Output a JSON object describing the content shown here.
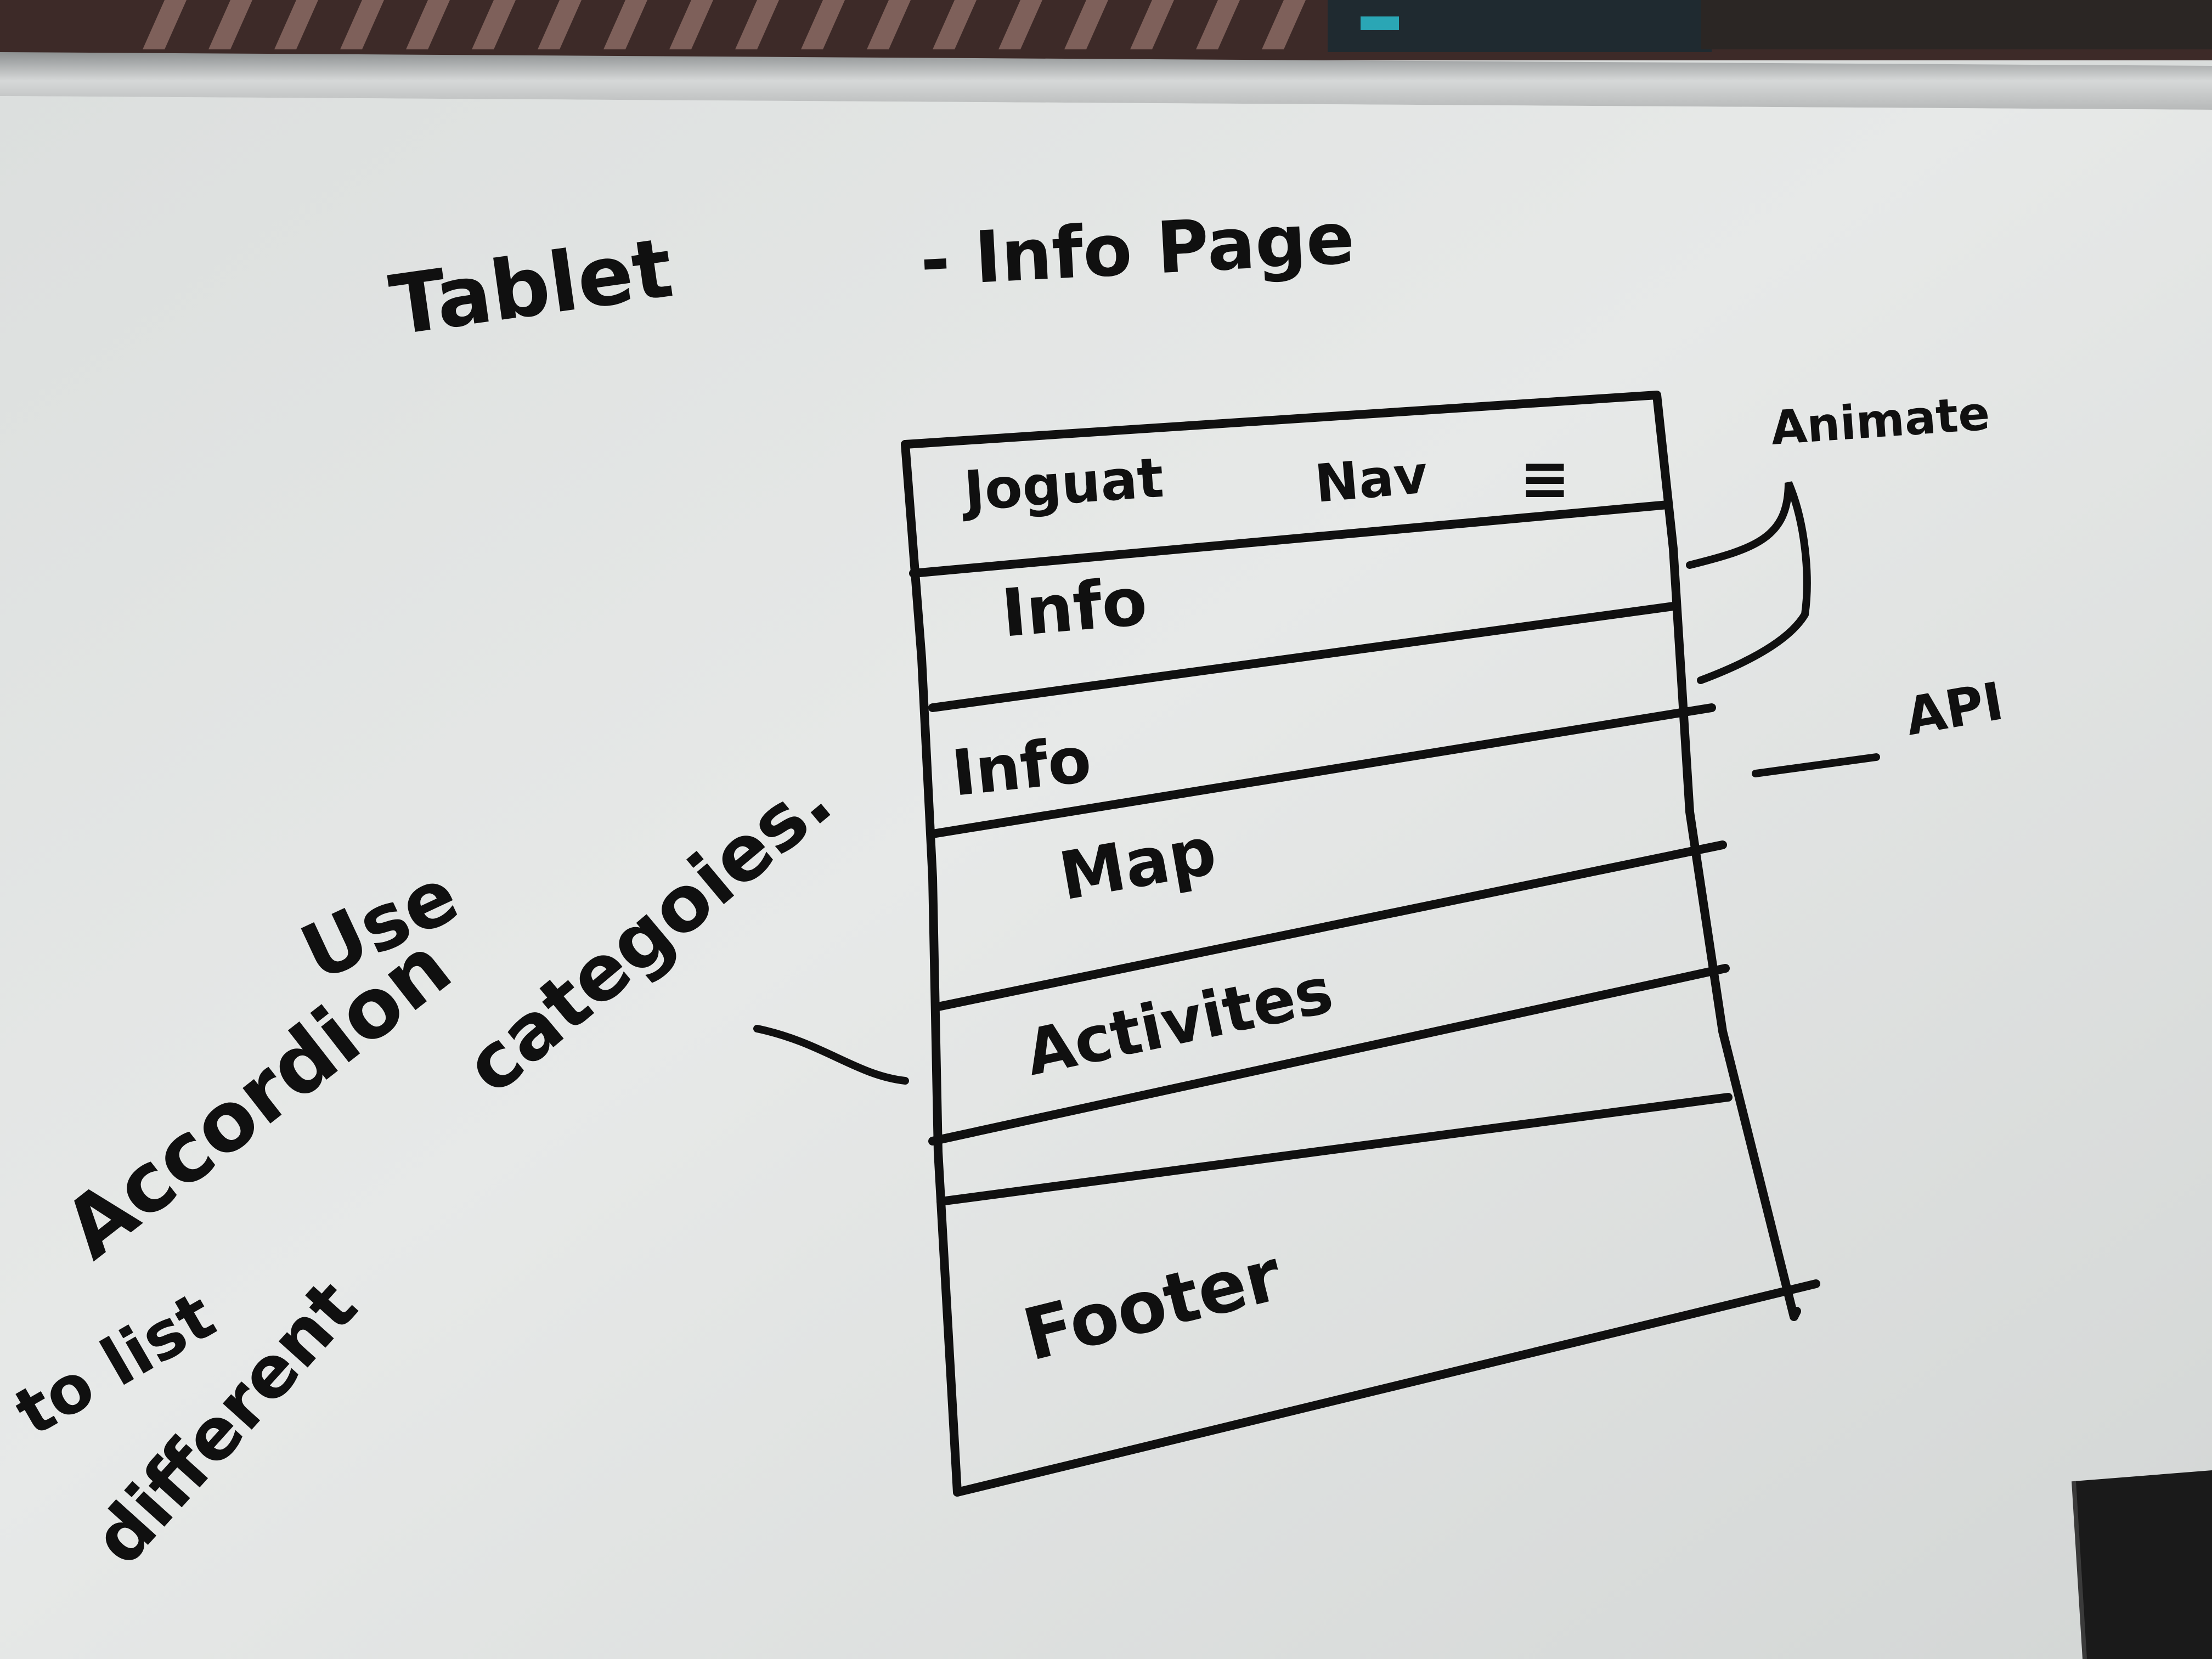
{
  "whiteboard": {
    "title": "Tablet",
    "subtitle": "- Info Page",
    "wireframe": {
      "header": "Joguat",
      "nav": "Nav",
      "menu_symbol": "≡",
      "sections": [
        "Info",
        "Info",
        "Map",
        "Activites",
        "Footer"
      ]
    },
    "annotations": {
      "animate": "Animate",
      "api": "API",
      "accordion_line_1": "Use",
      "accordion_line_2": "Accordion",
      "accordion_line_3": "to list",
      "accordion_line_4": "different",
      "accordion_line_5": "categoies."
    },
    "colors": {
      "board": "#e4e6e5",
      "marker": "#101010",
      "frame": "#c9cbca",
      "fabric": "#5a3f3c"
    }
  }
}
